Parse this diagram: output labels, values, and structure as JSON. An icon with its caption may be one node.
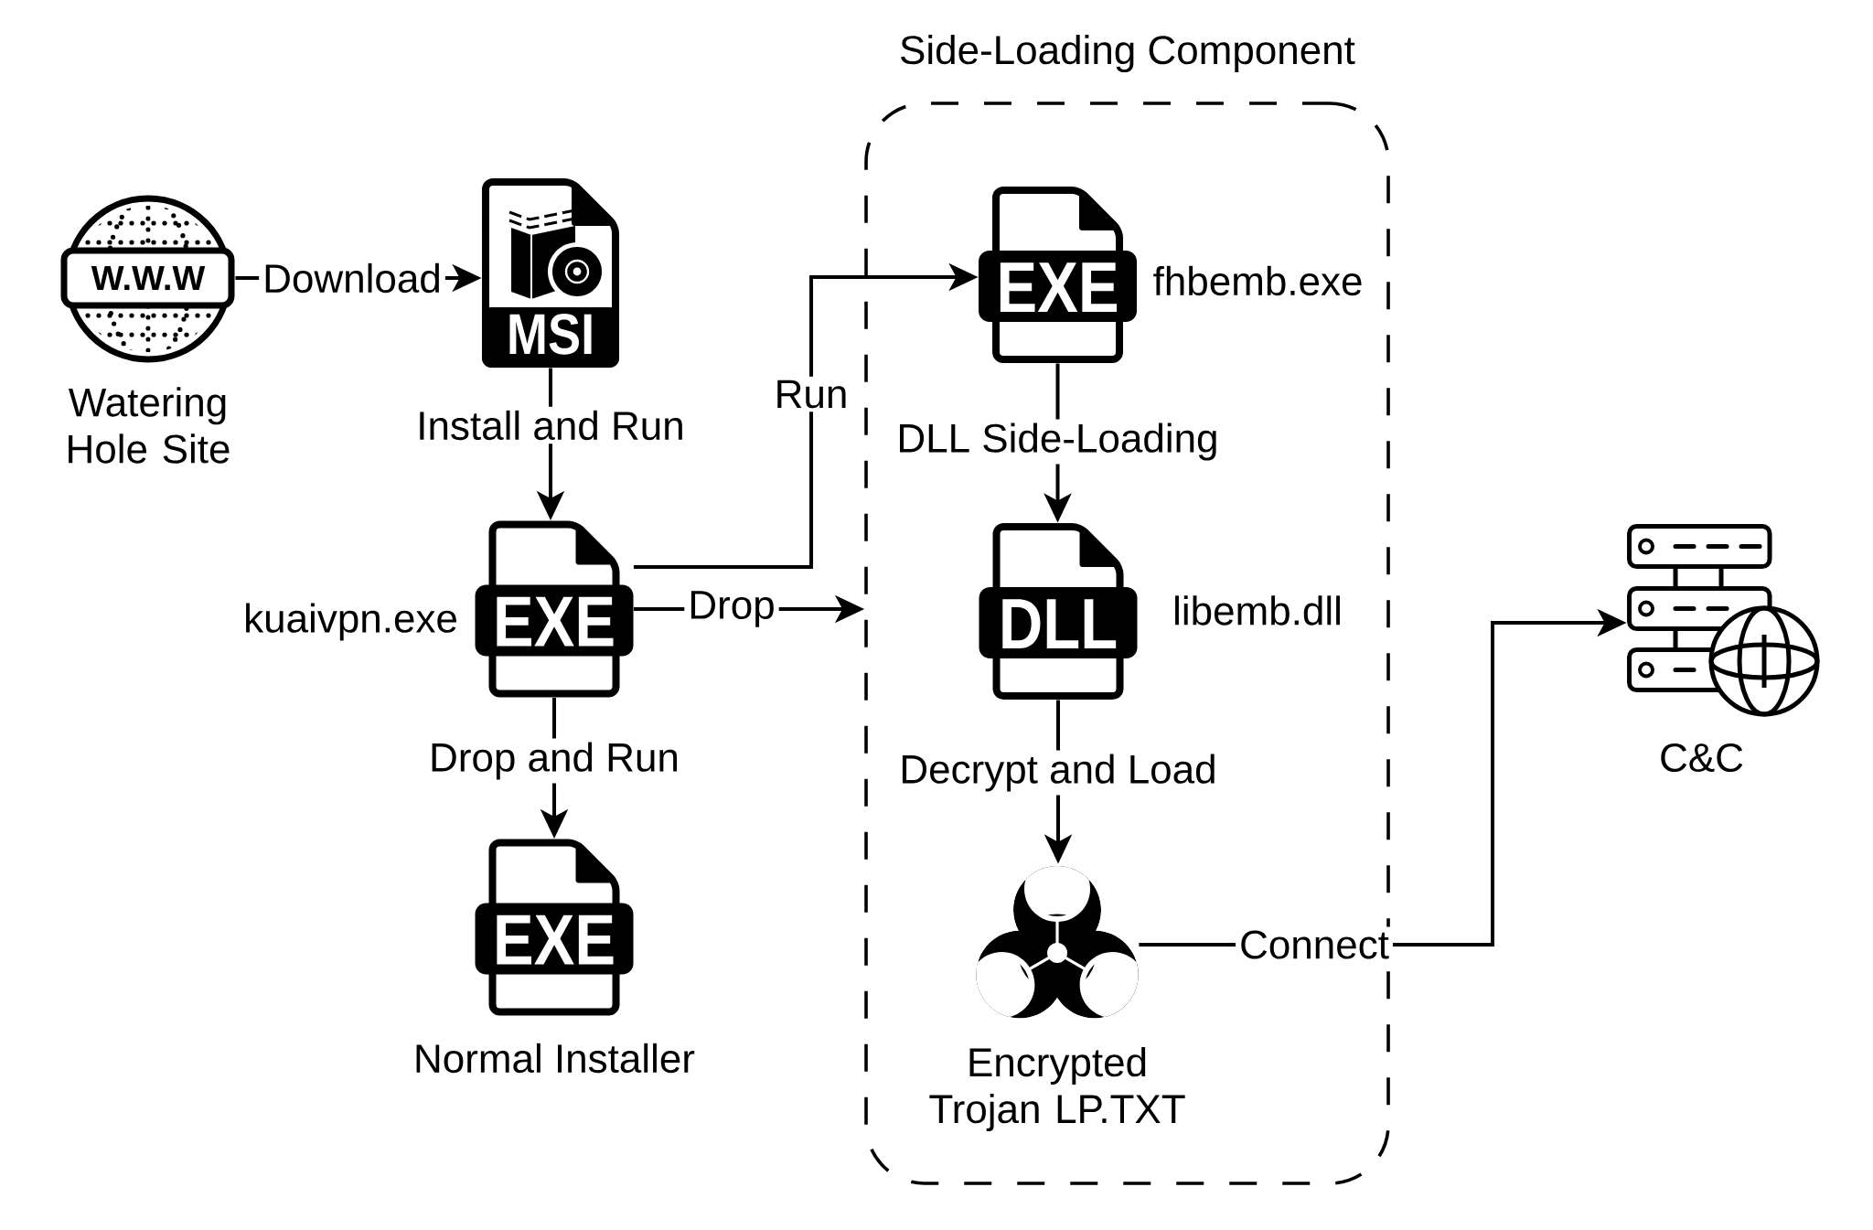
{
  "diagram": {
    "nodes": [
      {
        "text": [
          "W.W.W"
        ],
        "beside": [
          "Watering Hole Site"
        ]
      },
      {
        "text": [
          "MSI"
        ]
      },
      {
        "text": [
          "EXE"
        ],
        "beside": [
          "kuaivpn.exe"
        ]
      },
      {
        "text": [
          "EXE"
        ],
        "beside": [
          "Normal Installer"
        ]
      },
      {
        "text": [
          "Side-Loading Component"
        ]
      },
      {
        "text": [
          "EXE"
        ],
        "in": 4,
        "beside": [
          "fhbemb.exe"
        ]
      },
      {
        "text": [
          "DLL"
        ],
        "in": 4,
        "beside": [
          "libemb.dll"
        ]
      },
      {
        "text": [],
        "shape": "picture",
        "in": 4,
        "beside": [
          "Encrypted Trojan LP.TXT"
        ]
      },
      {
        "text": [],
        "shape": "picture",
        "beside": [
          "C&C"
        ]
      }
    ],
    "edges": [
      {
        "from": 0,
        "to": 1,
        "arrow": "to",
        "label": "Download"
      },
      {
        "from": 1,
        "to": 2,
        "arrow": "to",
        "label": "Install and Run"
      },
      {
        "from": 2,
        "to": 5,
        "arrow": "to",
        "label": "Run"
      },
      {
        "from": 2,
        "to": 4,
        "arrow": "to",
        "label": "Drop"
      },
      {
        "from": 2,
        "to": 3,
        "arrow": "to",
        "label": "Drop and Run"
      },
      {
        "from": 5,
        "to": 6,
        "arrow": "to",
        "label": "DLL Side-Loading"
      },
      {
        "from": 6,
        "to": 7,
        "arrow": "to",
        "label": "Decrypt and Load"
      },
      {
        "from": 7,
        "to": 8,
        "arrow": "to",
        "label": "Connect"
      }
    ]
  }
}
